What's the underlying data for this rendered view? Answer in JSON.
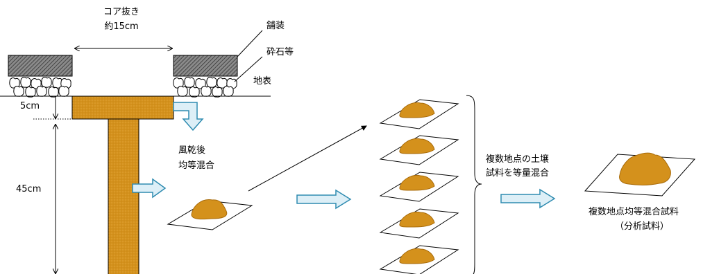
{
  "labels": {
    "core_title": "コア抜き",
    "core_size": "約15cm",
    "pavement": "舗装",
    "gravel": "砕石等",
    "ground_surface": "地表",
    "depth_top": "5cm",
    "depth_bottom": "45cm",
    "air_dry_line1": "風乾後",
    "air_dry_line2": "均等混合",
    "mix_line1": "複数地点の土壌",
    "mix_line2": "試料を等量混合",
    "final_line1": "複数地点均等混合試料",
    "final_line2": "（分析試料）"
  },
  "colors": {
    "soil": "#d4911c",
    "soil_dark": "#a86b0a",
    "arrow_fill": "#ddeff7",
    "arrow_stroke": "#2e8bb0",
    "pavement_hatch": "#555555"
  }
}
